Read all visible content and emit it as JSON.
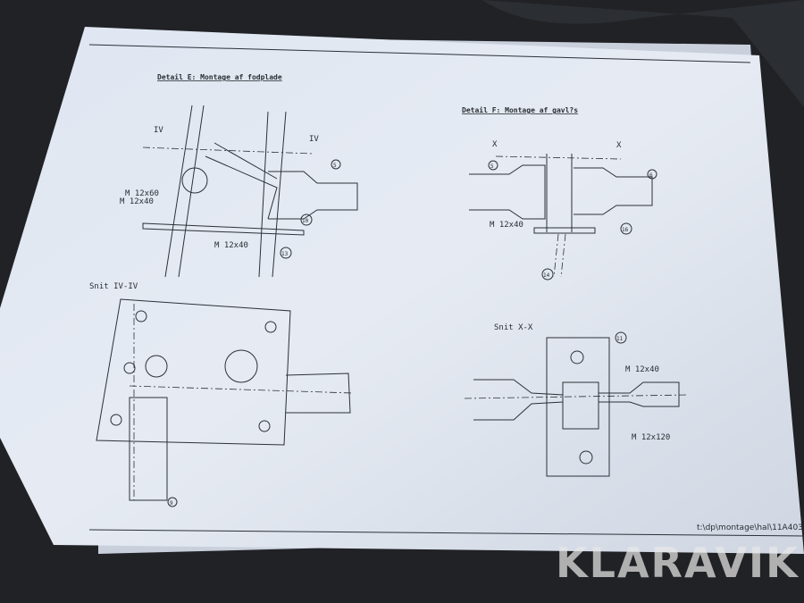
{
  "drawing": {
    "detail_e": {
      "title": "Detail E: Montage af fodplade",
      "section_marks": [
        "IV",
        "IV"
      ],
      "bolt_labels": [
        "M 12x60",
        "M 12x40",
        "M 12x40"
      ],
      "callouts": [
        "5",
        "10",
        "13"
      ]
    },
    "detail_f": {
      "title": "Detail F: Montage af gavl?s",
      "section_marks": [
        "X",
        "X"
      ],
      "bolt_label": "M 12x40",
      "callouts": [
        "5",
        "6",
        "16",
        "14"
      ]
    },
    "section_iv": {
      "title": "Snit IV-IV",
      "callouts": [
        "9"
      ]
    },
    "section_x": {
      "title": "Snit X-X",
      "bolt_labels": [
        "M 12x40",
        "M 12x120"
      ],
      "callouts": [
        "11"
      ]
    },
    "footer_path": "t:\\dp\\montage\\hal\\11A403"
  },
  "watermark": "KLARAVIK"
}
